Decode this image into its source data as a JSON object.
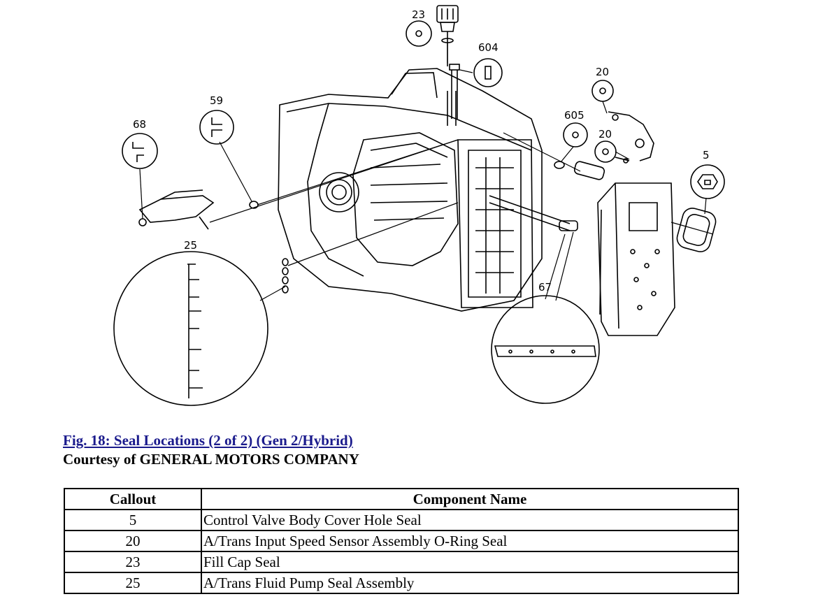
{
  "figure": {
    "callouts": [
      "23",
      "604",
      "20",
      "605",
      "20",
      "5",
      "59",
      "68",
      "25",
      "67"
    ]
  },
  "caption": {
    "link": "Fig. 18: Seal Locations (2 of 2) (Gen 2/Hybrid)",
    "courtesy": "Courtesy of GENERAL MOTORS COMPANY"
  },
  "table": {
    "headers": [
      "Callout",
      "Component Name"
    ],
    "rows": [
      {
        "callout": "5",
        "name": "Control Valve Body Cover Hole Seal"
      },
      {
        "callout": "20",
        "name": "A/Trans Input Speed Sensor Assembly O-Ring Seal"
      },
      {
        "callout": "23",
        "name": "Fill Cap Seal"
      },
      {
        "callout": "25",
        "name": "A/Trans Fluid Pump Seal Assembly"
      }
    ]
  }
}
